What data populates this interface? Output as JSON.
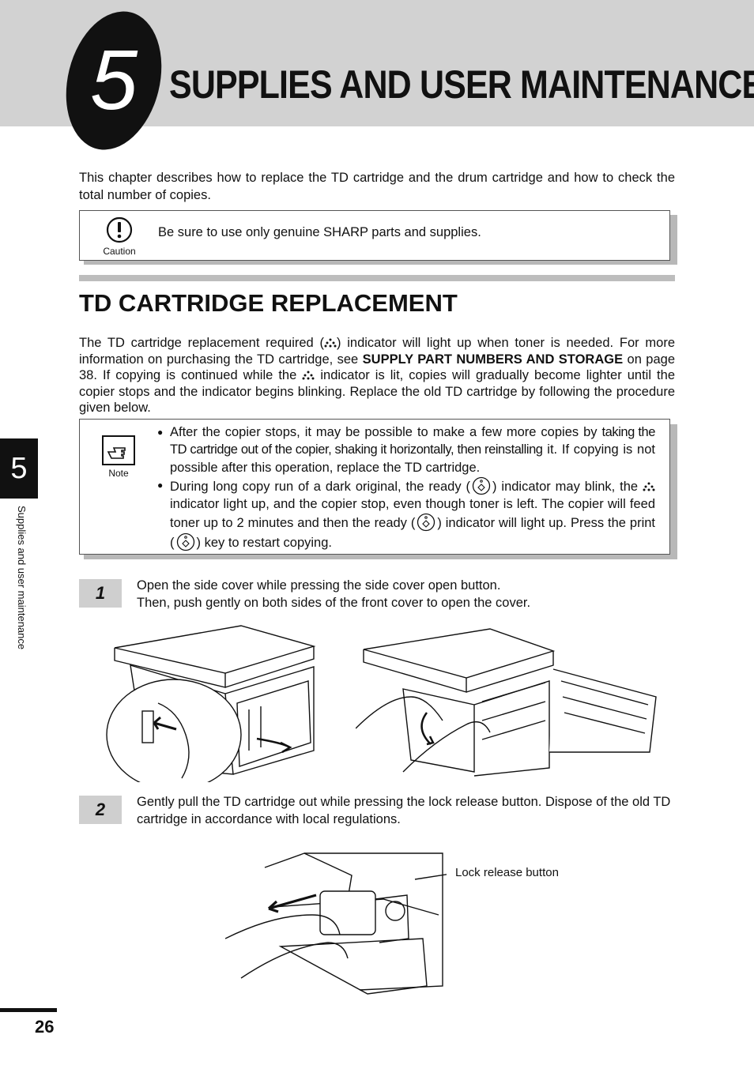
{
  "chapter": {
    "number": "5",
    "title": "SUPPLIES AND USER MAINTENANCE"
  },
  "intro": "This chapter describes how to replace the TD cartridge and the drum cartridge and how to check the total number of copies.",
  "caution": {
    "label": "Caution",
    "text": "Be sure to use only genuine SHARP parts and supplies."
  },
  "section": {
    "title": "TD CARTRIDGE REPLACEMENT",
    "p1": "The TD cartridge replacement required (",
    "p2": ") indicator will light up when toner is needed. For more information on purchasing the TD cartridge, see ",
    "p_bold": "SUPPLY PART NUMBERS AND STORAGE",
    "p3": " on page 38. If copying is continued while the ",
    "p4": " indicator is lit, copies will gradually become lighter until the copier stops and the indicator begins blinking. Replace the old TD cartridge by following the procedure given below."
  },
  "note": {
    "label": "Note",
    "b1a": "After the copier stops, it may be possible to make a few more copies by ",
    "b1b": "taking the TD cartridge out of the copier, shaking it horizontally, then reinstalling",
    "b1c": " it. If copying is not possible after this operation, replace the TD cartridge.",
    "b2a": "During long copy run of a dark original, the ready (",
    "b2b": ") indicator may blink, the ",
    "b2c": " indicator light up, and the copier stop, even though toner is left. The copier will feed toner up to 2 minutes and then the ready (",
    "b2d": ") indicator will light up. Press the print (",
    "b2e": ") key to restart copying."
  },
  "steps": [
    {
      "number": "1",
      "line1": "Open the side cover while pressing the side cover open button.",
      "line2": "Then, push gently on both sides of the front cover to open the cover."
    },
    {
      "number": "2",
      "text": "Gently pull the TD cartridge out while pressing the lock release button. Dispose of the old TD cartridge in accordance with local regulations."
    }
  ],
  "callout": "Lock release button",
  "side_tab": {
    "number": "5",
    "label": "Supplies and user maintenance"
  },
  "page_number": "26"
}
